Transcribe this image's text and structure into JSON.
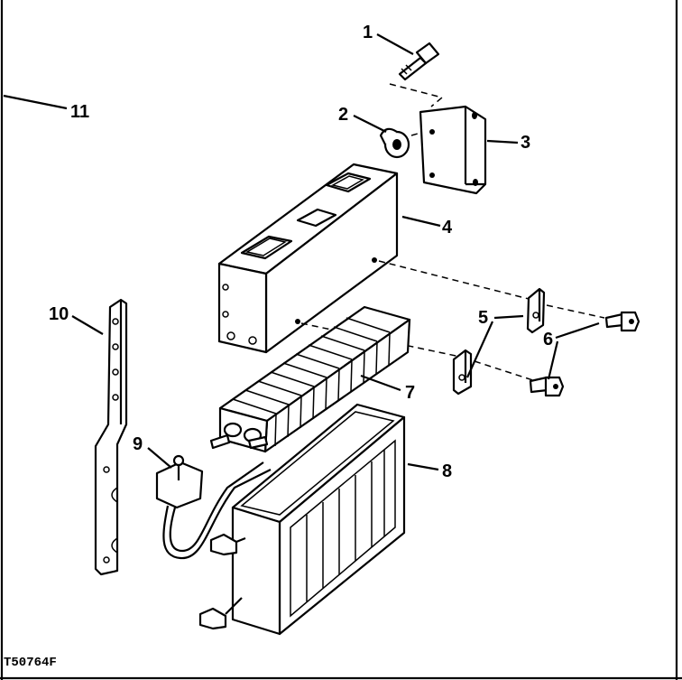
{
  "diagram": {
    "figure_id": "T50764F",
    "callouts": [
      {
        "id": "callout-1",
        "label": "1"
      },
      {
        "id": "callout-2",
        "label": "2"
      },
      {
        "id": "callout-3",
        "label": "3"
      },
      {
        "id": "callout-4",
        "label": "4"
      },
      {
        "id": "callout-5",
        "label": "5"
      },
      {
        "id": "callout-6",
        "label": "6"
      },
      {
        "id": "callout-7",
        "label": "7"
      },
      {
        "id": "callout-8",
        "label": "8"
      },
      {
        "id": "callout-9",
        "label": "9"
      },
      {
        "id": "callout-10",
        "label": "10"
      },
      {
        "id": "callout-11",
        "label": "11"
      }
    ]
  }
}
